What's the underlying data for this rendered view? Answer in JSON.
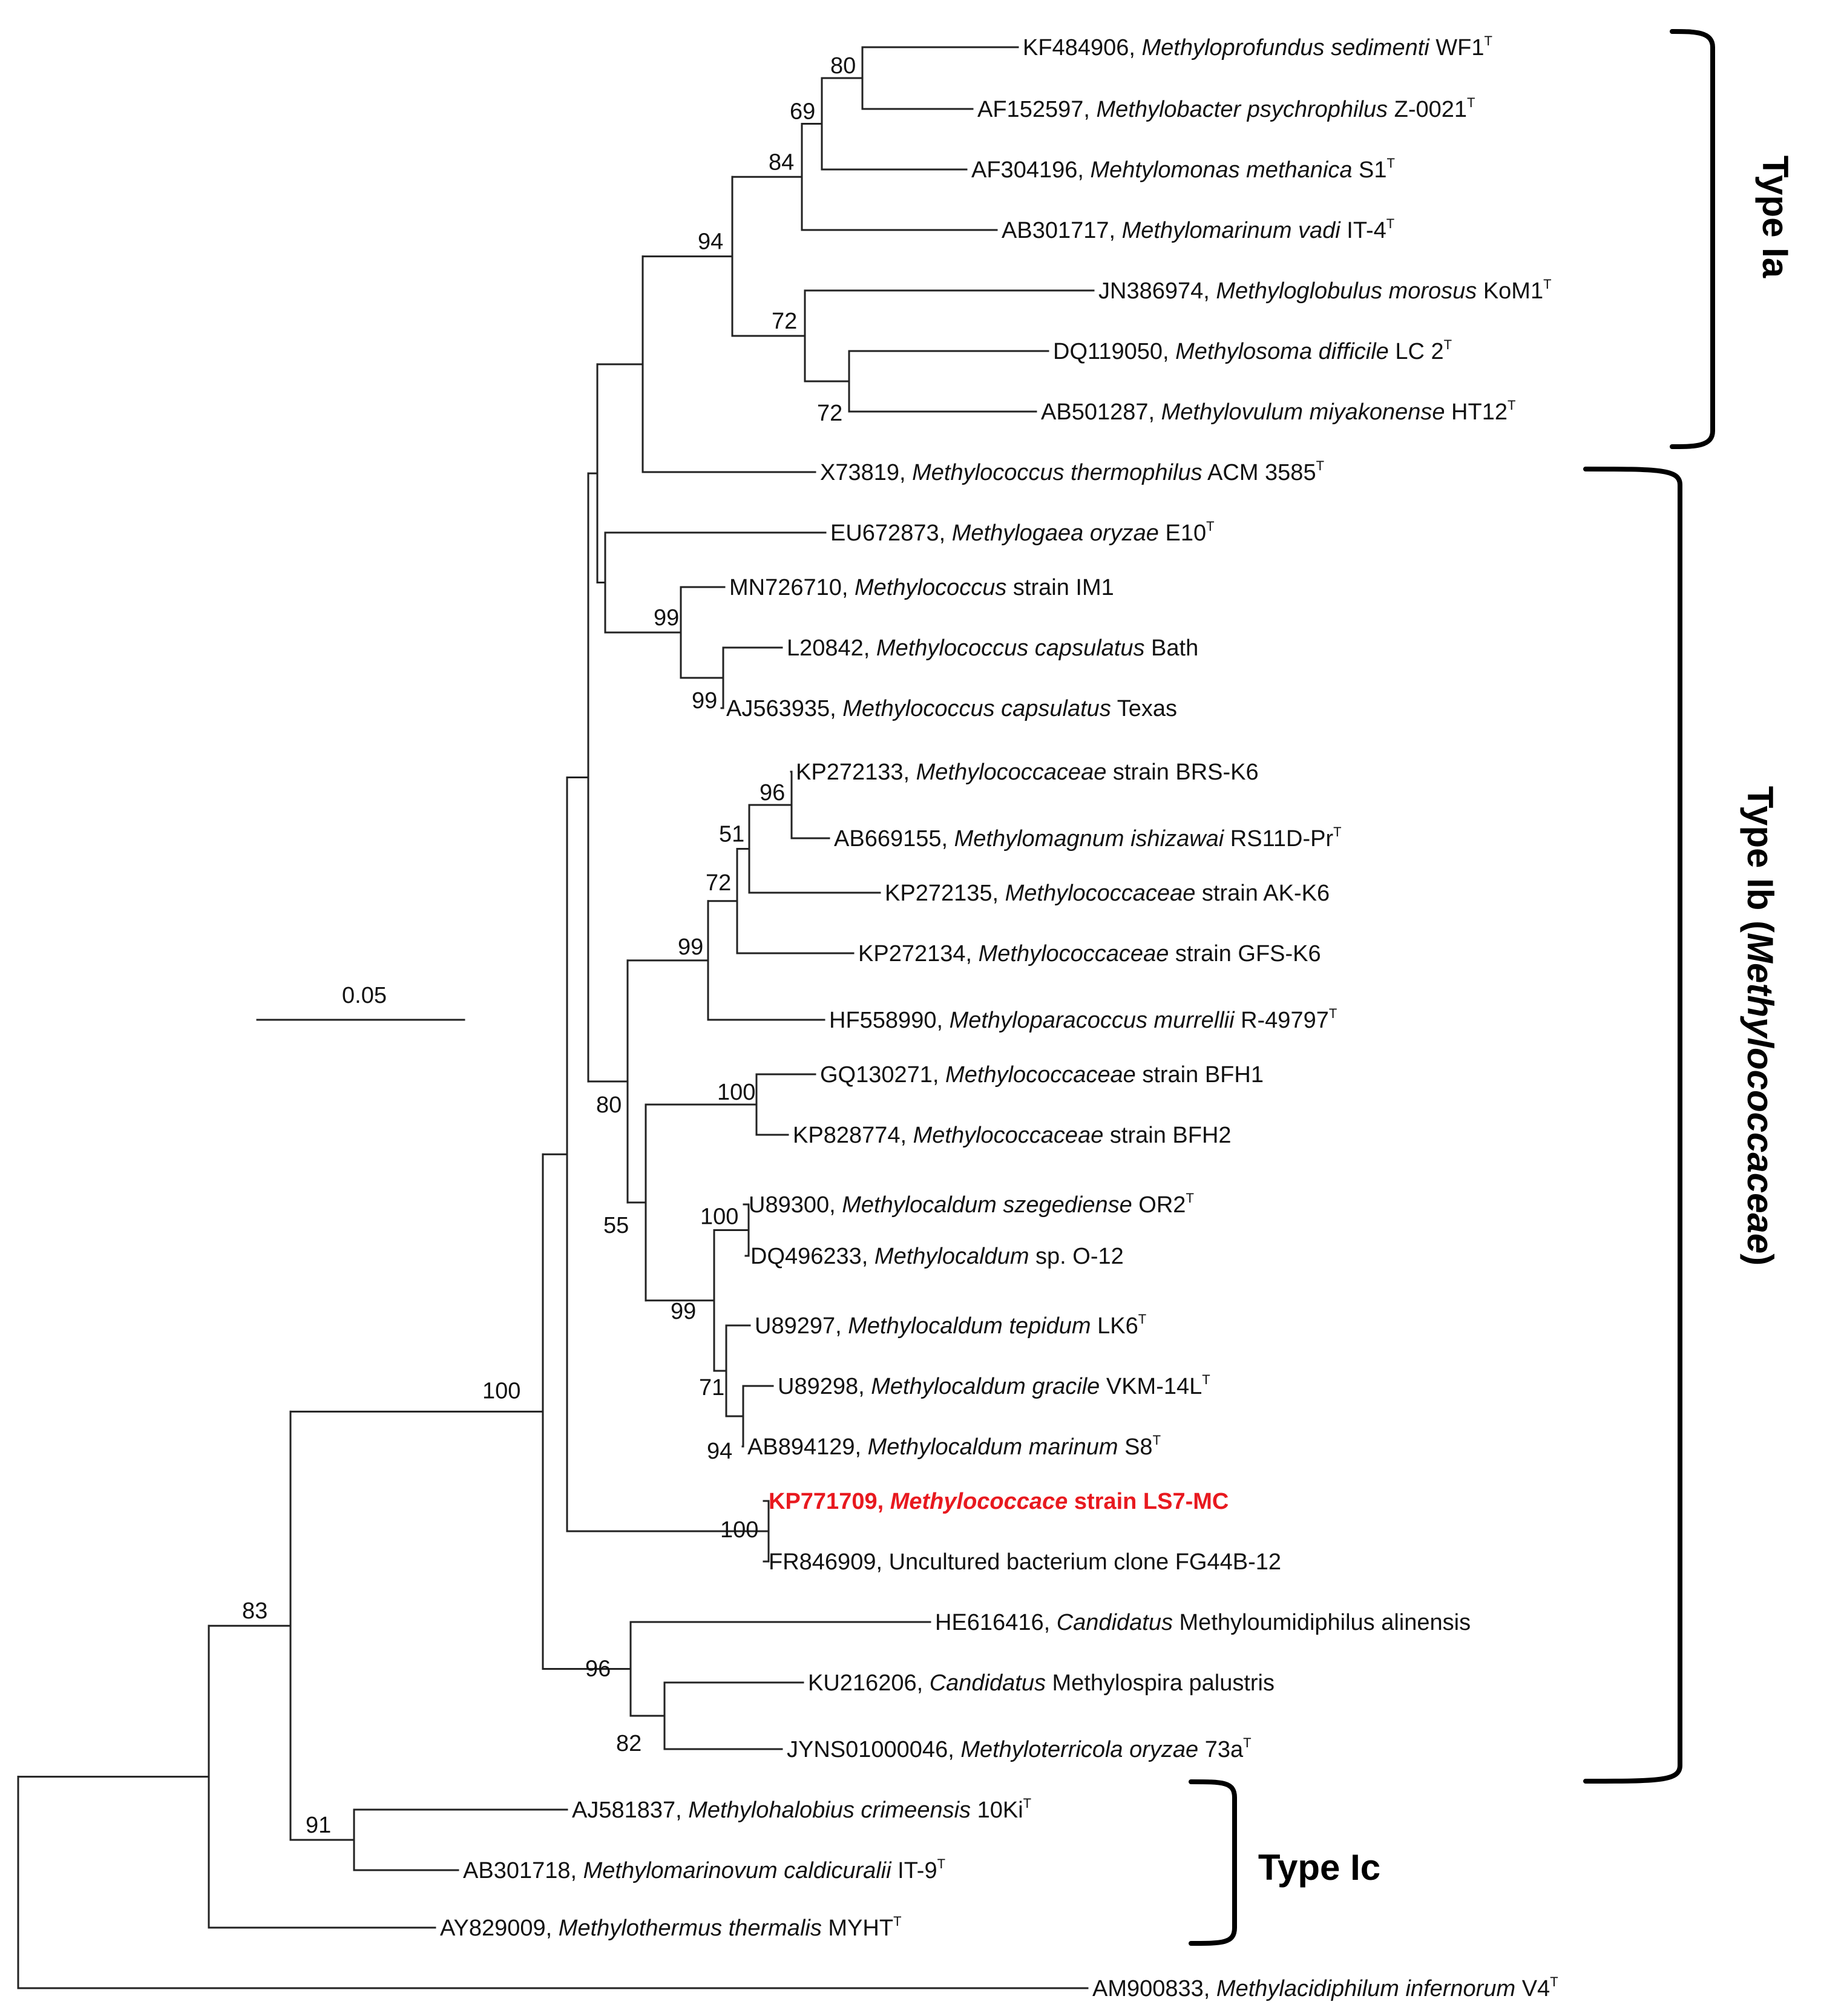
{
  "tree": {
    "scale_bar": {
      "label": "0.05"
    },
    "taxa": [
      {
        "id": "t1",
        "accession": "KF484906, ",
        "species": "Methyloprofundus sedimenti",
        "suffix": " WF1",
        "type_strain": true
      },
      {
        "id": "t2",
        "accession": "AF152597, ",
        "species": "Methylobacter psychrophilus",
        "suffix": " Z-0021",
        "type_strain": true
      },
      {
        "id": "t3",
        "accession": "AF304196, ",
        "species": "Mehtylomonas methanica",
        "suffix": " S1",
        "type_strain": true
      },
      {
        "id": "t4",
        "accession": "AB301717, ",
        "species": "Methylomarinum vadi",
        "suffix": " IT-4",
        "type_strain": true
      },
      {
        "id": "t5",
        "accession": "JN386974, ",
        "species": "Methyloglobulus morosus",
        "suffix": " KoM1",
        "type_strain": true
      },
      {
        "id": "t6",
        "accession": "DQ119050, ",
        "species": "Methylosoma difficile",
        "suffix": " LC 2",
        "type_strain": true
      },
      {
        "id": "t7",
        "accession": "AB501287, ",
        "species": "Methylovulum miyakonense",
        "suffix": " HT12",
        "type_strain": true
      },
      {
        "id": "t8",
        "accession": "X73819, ",
        "species": "Methylococcus thermophilus",
        "suffix": " ACM 3585",
        "type_strain": true
      },
      {
        "id": "t9",
        "accession": "EU672873, ",
        "species": "Methylogaea oryzae",
        "suffix": " E10",
        "type_strain": true
      },
      {
        "id": "t10",
        "accession": "MN726710, ",
        "species": "Methylococcus",
        "suffix": " strain IM1",
        "type_strain": false
      },
      {
        "id": "t11",
        "accession": "L20842, ",
        "species": "Methylococcus capsulatus",
        "suffix": " Bath",
        "type_strain": false
      },
      {
        "id": "t12",
        "accession": "AJ563935, ",
        "species": "Methylococcus capsulatus",
        "suffix": " Texas",
        "type_strain": false
      },
      {
        "id": "t13",
        "accession": "KP272133, ",
        "species": "Methylococcaceae",
        "suffix": " strain BRS-K6",
        "type_strain": false
      },
      {
        "id": "t14",
        "accession": "AB669155, ",
        "species": "Methylomagnum ishizawai",
        "suffix": " RS11D-Pr",
        "type_strain": true
      },
      {
        "id": "t15",
        "accession": "KP272135, ",
        "species": "Methylococcaceae",
        "suffix": " strain AK-K6",
        "type_strain": false
      },
      {
        "id": "t16",
        "accession": "KP272134, ",
        "species": "Methylococcaceae",
        "suffix": " strain GFS-K6",
        "type_strain": false
      },
      {
        "id": "t17",
        "accession": "HF558990, ",
        "species": "Methyloparacoccus murrellii",
        "suffix": " R-49797",
        "type_strain": true
      },
      {
        "id": "t18",
        "accession": "GQ130271, ",
        "species": "Methylococcaceae",
        "suffix": " strain BFH1",
        "type_strain": false
      },
      {
        "id": "t19",
        "accession": "KP828774, ",
        "species": "Methylococcaceae",
        "suffix": " strain BFH2",
        "type_strain": false
      },
      {
        "id": "t20",
        "accession": "U89300, ",
        "species": "Methylocaldum szegediense",
        "suffix": " OR2",
        "type_strain": true
      },
      {
        "id": "t21",
        "accession": "DQ496233, ",
        "species": "Methylocaldum",
        "suffix": " sp. O-12",
        "type_strain": false
      },
      {
        "id": "t22",
        "accession": "U89297, ",
        "species": "Methylocaldum tepidum",
        "suffix": " LK6",
        "type_strain": true
      },
      {
        "id": "t23",
        "accession": "U89298, ",
        "species": "Methylocaldum gracile",
        "suffix": " VKM-14L",
        "type_strain": true
      },
      {
        "id": "t24",
        "accession": "AB894129, ",
        "species": "Methylocaldum marinum",
        "suffix": " S8",
        "type_strain": true
      },
      {
        "id": "t25",
        "accession": "KP771709, ",
        "species": "Methylococcace",
        "suffix": " strain LS7-MC",
        "type_strain": false,
        "highlight": true,
        "highlight_color": "#e8191f"
      },
      {
        "id": "t26",
        "accession": "FR846909, ",
        "species": "",
        "suffix": "Uncultured bacterium clone FG44B-12",
        "type_strain": false
      },
      {
        "id": "t27",
        "accession": "HE616416, ",
        "species": "Candidatus",
        "suffix": " Methyloumidiphilus alinensis",
        "type_strain": false
      },
      {
        "id": "t28",
        "accession": "KU216206, ",
        "species": "Candidatus",
        "suffix": " Methylospira palustris",
        "type_strain": false
      },
      {
        "id": "t29",
        "accession": "JYNS01000046, ",
        "species": "Methyloterricola oryzae",
        "suffix": " 73a",
        "type_strain": true
      },
      {
        "id": "t30",
        "accession": "AJ581837, ",
        "species": "Methylohalobius crimeensis",
        "suffix": " 10Ki",
        "type_strain": true
      },
      {
        "id": "t31",
        "accession": "AB301718, ",
        "species": "Methylomarinovum caldicuralii",
        "suffix": " IT-9",
        "type_strain": true
      },
      {
        "id": "t32",
        "accession": "AY829009, ",
        "species": "Methylothermus thermalis",
        "suffix": " MYHT",
        "type_strain": true
      },
      {
        "id": "t33",
        "accession": "AM900833, ",
        "species": "Methylacidiphilum infernorum",
        "suffix": " V4",
        "type_strain": true
      }
    ],
    "supports": [
      {
        "node": "n_t1_t2",
        "value": "80"
      },
      {
        "node": "n_t1_t3",
        "value": "69"
      },
      {
        "node": "n_t1_t4",
        "value": "84"
      },
      {
        "node": "n_t1_t7",
        "value": "94"
      },
      {
        "node": "n_t5_t7",
        "value": "72"
      },
      {
        "node": "n_t6_t7",
        "value": "72"
      },
      {
        "node": "n_t10_t12",
        "value": "99"
      },
      {
        "node": "n_t11_t12",
        "value": "99"
      },
      {
        "node": "n_t13_t14",
        "value": "96"
      },
      {
        "node": "n_t13_t15",
        "value": "51"
      },
      {
        "node": "n_t13_t16",
        "value": "72"
      },
      {
        "node": "n_t13_t17",
        "value": "99"
      },
      {
        "node": "n_t13_t24",
        "value": "80"
      },
      {
        "node": "n_t18_t19",
        "value": "100"
      },
      {
        "node": "n_t18_t24",
        "value": "55"
      },
      {
        "node": "n_t20_t21",
        "value": "100"
      },
      {
        "node": "n_t20_t24",
        "value": "99"
      },
      {
        "node": "n_t22_t24",
        "value": "71"
      },
      {
        "node": "n_t23_t24",
        "value": "94"
      },
      {
        "node": "n_t1_t29",
        "value": "100"
      },
      {
        "node": "n_t25_t26",
        "value": "100"
      },
      {
        "node": "n_t27_t29",
        "value": "96"
      },
      {
        "node": "n_t28_t29",
        "value": "82"
      },
      {
        "node": "n_t1_t31",
        "value": "83"
      },
      {
        "node": "n_t30_t31",
        "value": "91"
      }
    ],
    "clades": [
      {
        "id": "type-ia",
        "label": "Type Ia"
      },
      {
        "id": "type-ib",
        "label_prefix": "Type Ib (",
        "label_italic": "Methylococcaceae",
        "label_suffix": ")"
      },
      {
        "id": "type-ic",
        "label": "Type Ic"
      }
    ]
  }
}
